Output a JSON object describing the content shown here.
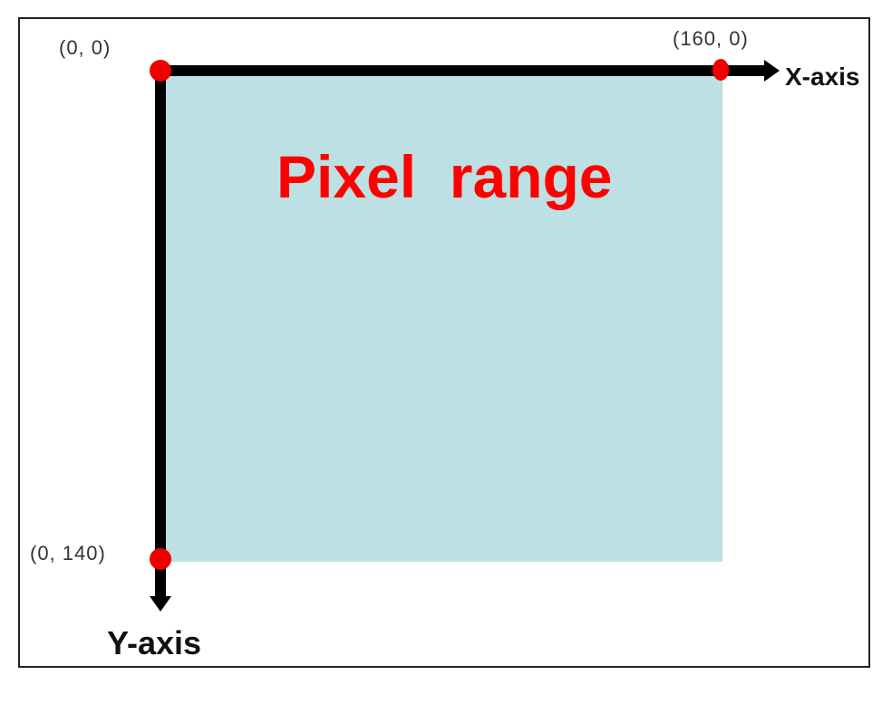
{
  "diagram": {
    "title": "Pixel  range",
    "x_axis_label": "X-axis",
    "y_axis_label": "Y-axis",
    "points": {
      "origin": {
        "label": "(0, 0)"
      },
      "x_end": {
        "label": "(160, 0)"
      },
      "y_end": {
        "label": "(0, 140)"
      }
    },
    "colors": {
      "region_fill": "#bce0e3",
      "axis": "#000000",
      "point": "#ee0000",
      "title": "#ff0000"
    }
  }
}
